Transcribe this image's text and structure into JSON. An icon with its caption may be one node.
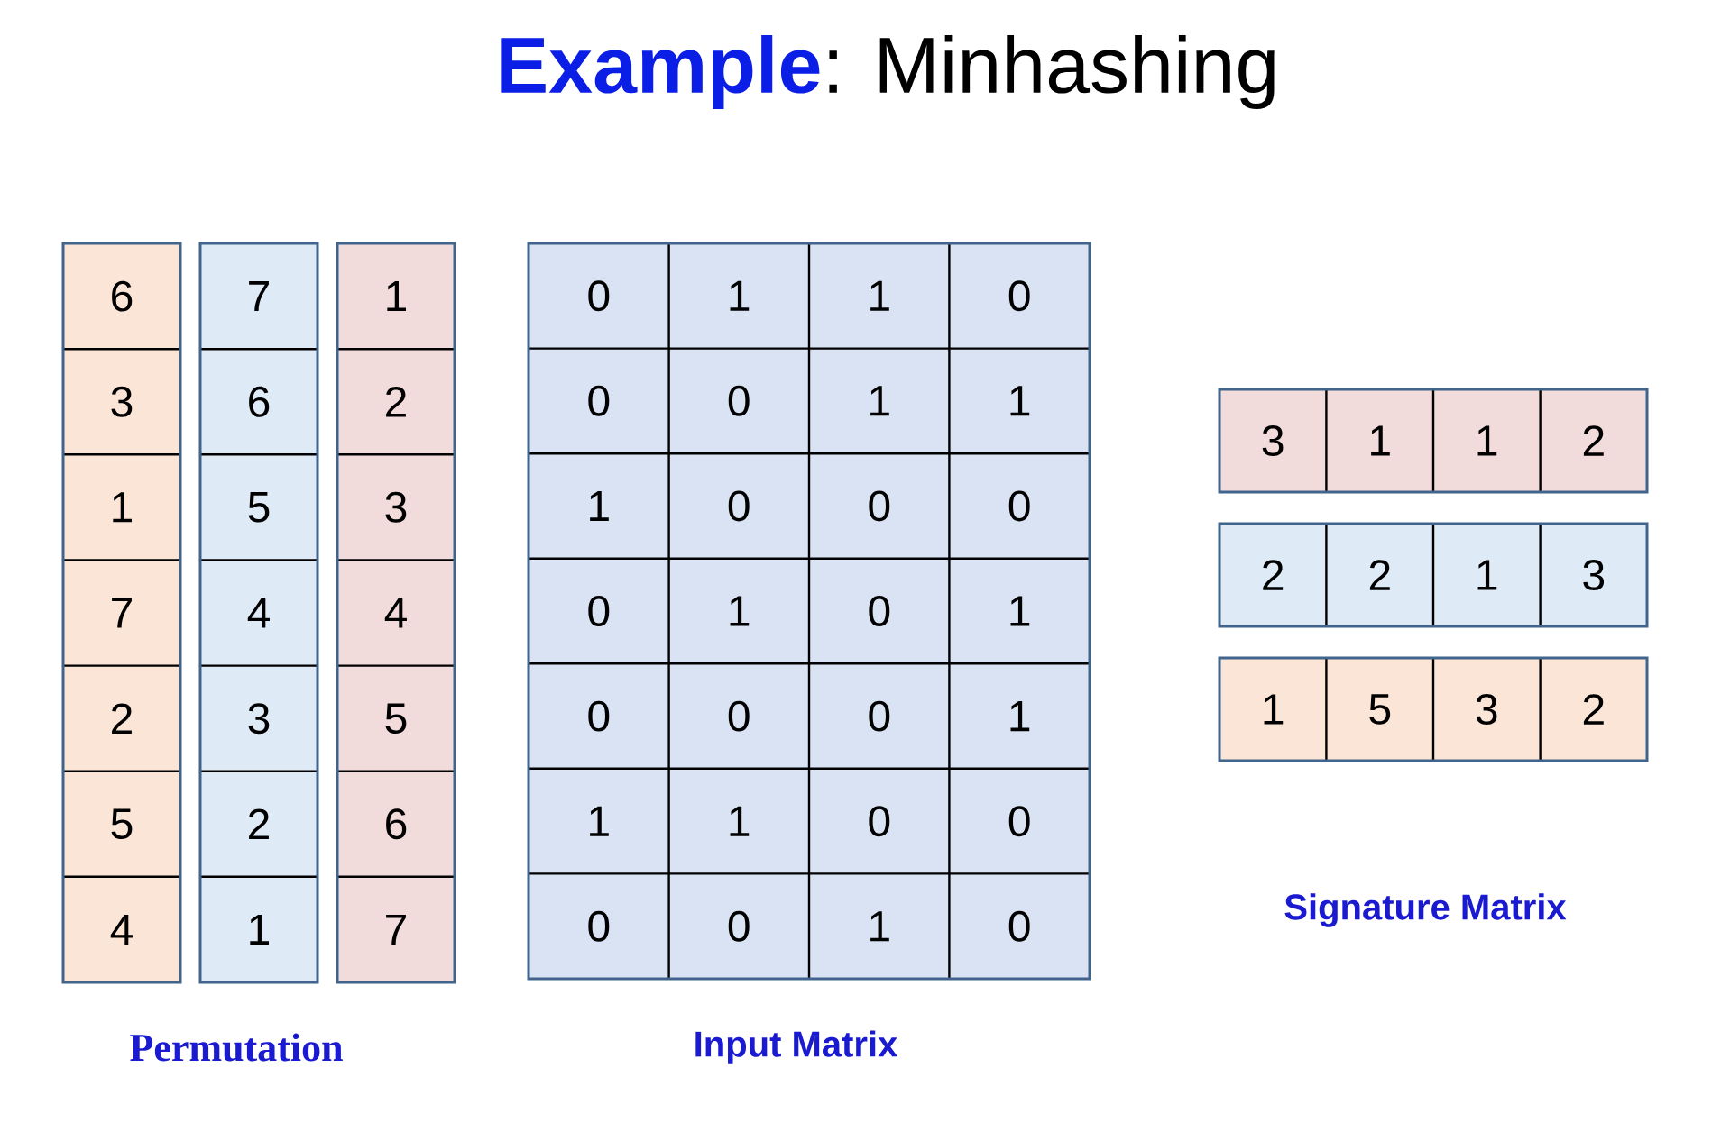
{
  "diagram": {
    "title": "**Example**: Minhashing",
    "labels": [
      "6",
      "7",
      "1",
      "3",
      "6",
      "2",
      "1",
      "5",
      "3",
      "7",
      "4",
      "4",
      "2",
      "3",
      "5",
      "5",
      "2",
      "6",
      "4",
      "1",
      "7",
      "0",
      "1",
      "1",
      "0",
      "0",
      "0",
      "1",
      "1",
      "1",
      "0",
      "0",
      "0",
      "0",
      "1",
      "0",
      "1",
      "0",
      "0",
      "0",
      "1",
      "1",
      "1",
      "0",
      "0",
      "0",
      "0",
      "1",
      "0",
      "3",
      "1",
      "1",
      "2",
      "2",
      "2",
      "1",
      "3",
      "1",
      "5",
      "3",
      "2",
      "Permutation",
      "Input Matrix",
      "Signature Matrix"
    ]
  }
}
